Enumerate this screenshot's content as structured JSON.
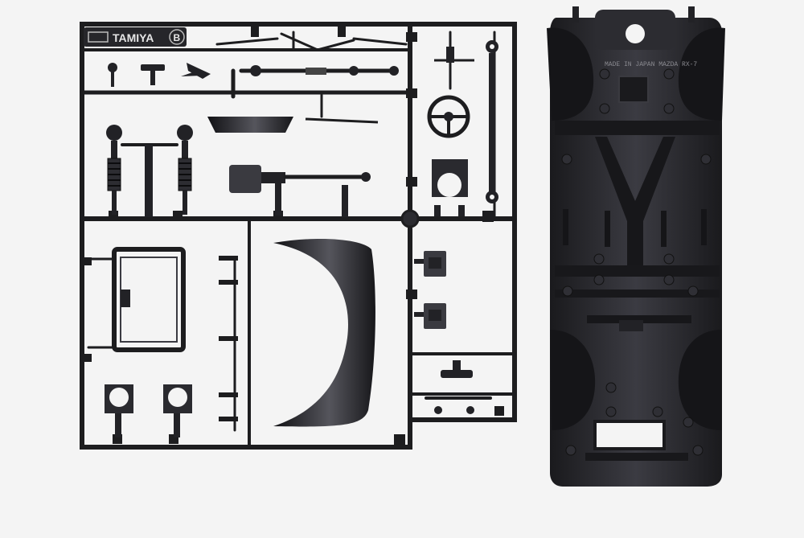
{
  "photo": {
    "sprue": {
      "brand_logo_text": "TAMIYA",
      "tree_letter": "B"
    },
    "chassis": {
      "molded_text": "MADE IN JAPAN MAZDA RX-7"
    }
  },
  "colors": {
    "background": "#f4f4f4",
    "plastic": "#1d1d1f",
    "plastic_highlight": "#3a3a40"
  }
}
